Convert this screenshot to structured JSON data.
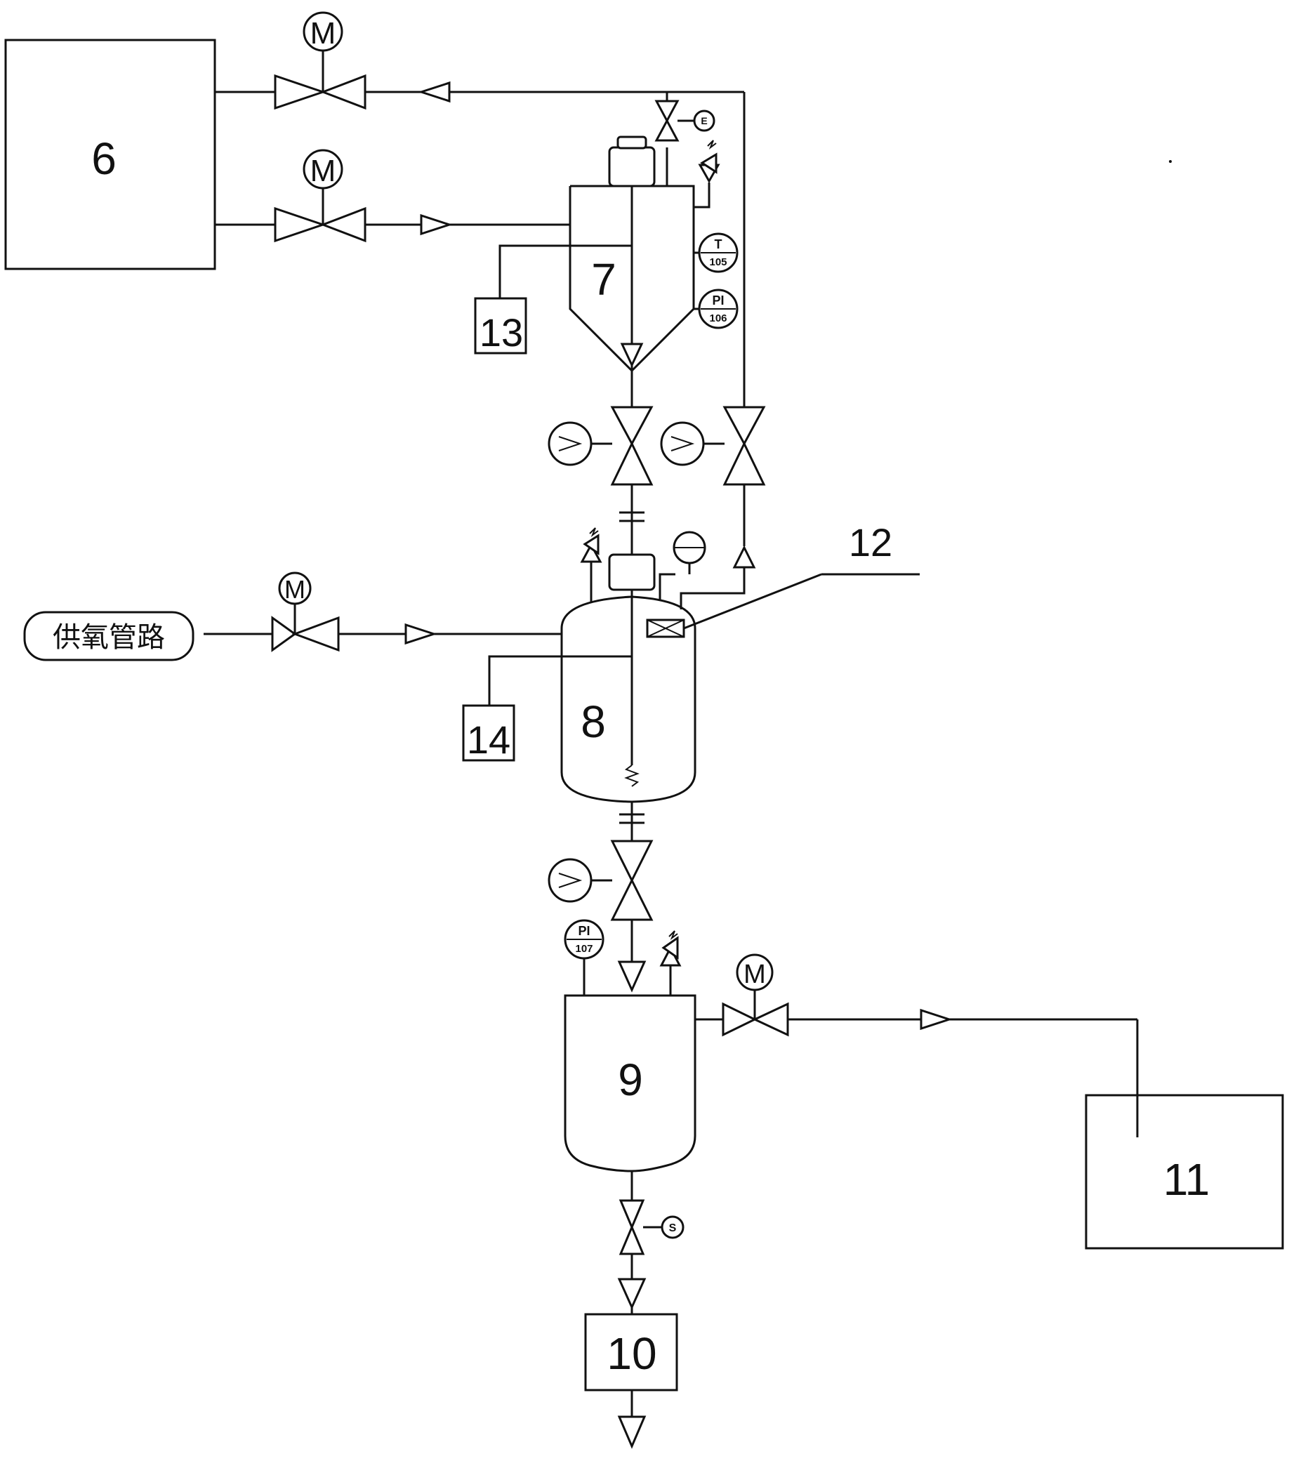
{
  "labels": {
    "equip_6": "6",
    "equip_7": "7",
    "equip_8": "8",
    "equip_9": "9",
    "equip_10": "10",
    "equip_11": "11",
    "equip_12": "12",
    "equip_13": "13",
    "equip_14": "14",
    "oxygen_supply": "供氧管路"
  },
  "instruments": {
    "motor": "M",
    "temp_tag": "T",
    "temp_no": "105",
    "press_tag": "PI",
    "press_no": "106",
    "press2_no": "107",
    "solenoid": "S",
    "top_e": "E"
  },
  "colors": {
    "line": "#111111",
    "background": "#ffffff"
  }
}
